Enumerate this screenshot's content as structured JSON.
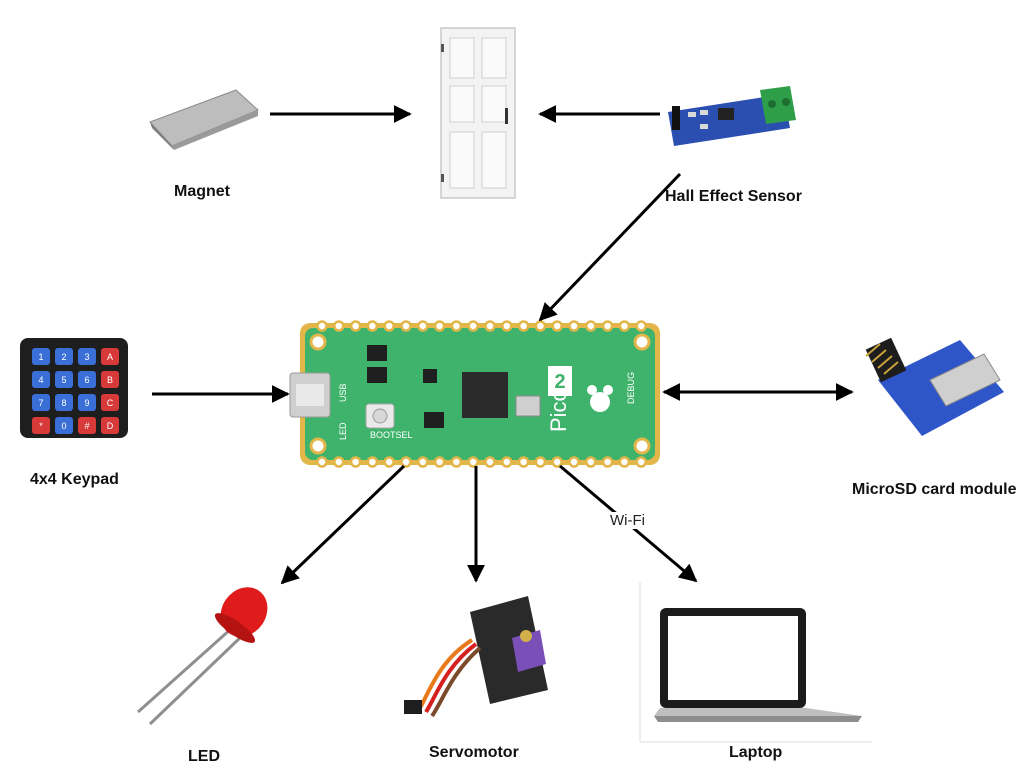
{
  "labels": {
    "magnet": "Magnet",
    "hall": "Hall Effect Sensor",
    "keypad": "4x4 Keypad",
    "sd": "MicroSD card module",
    "led": "LED",
    "servo": "Servomotor",
    "laptop": "Laptop",
    "wifi": "Wi-Fi"
  },
  "board": {
    "silk_model": "Pico",
    "silk_ver": "2",
    "usb": "USB",
    "bootsel": "BOOTSEL",
    "led": "LED",
    "debug": "DEBUG"
  },
  "keypad_keys": [
    "1",
    "2",
    "3",
    "A",
    "4",
    "5",
    "6",
    "B",
    "7",
    "8",
    "9",
    "C",
    "*",
    "0",
    "#",
    "D"
  ],
  "colors": {
    "pcb": "#3fb36c",
    "pcb_dark": "#2f9a57",
    "pad": "#e3b64a",
    "arrow": "#000000",
    "key_blue": "#3a6fd8",
    "key_red": "#d83a3a",
    "sd_board": "#2f56c9",
    "hall_board": "#2b4fb0",
    "terminal": "#2e9e48",
    "led_red": "#e01b1b",
    "servo_body": "#2a2a2a",
    "servo_label": "#7b4fb8"
  }
}
